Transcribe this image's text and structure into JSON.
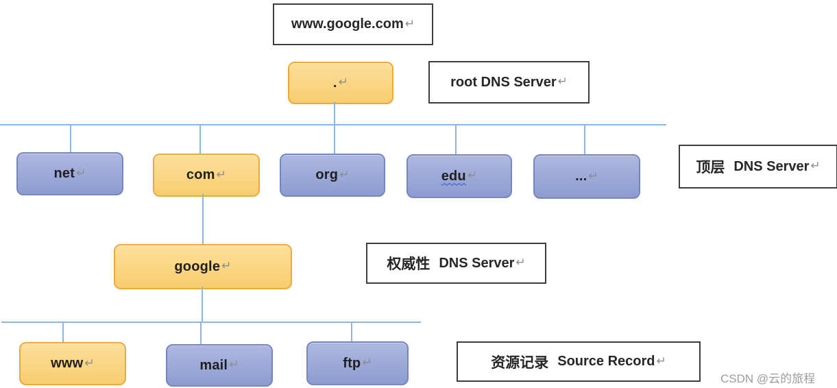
{
  "diagram_title": "DNS name server hierarchy for www.google.com",
  "marks": {
    "return": "↵"
  },
  "query_box": {
    "label": "www.google.com"
  },
  "levels": {
    "root": {
      "node": {
        "label": "."
      },
      "caption_en": "root DNS Server"
    },
    "tld": {
      "nodes": [
        "net",
        "com",
        "org",
        "edu",
        "..."
      ],
      "caption_zh": "顶层",
      "caption_en": "DNS Server"
    },
    "authoritative": {
      "node": {
        "label": "google"
      },
      "caption_zh": "权威性",
      "caption_en": "DNS Server"
    },
    "records": {
      "nodes": [
        "www",
        "mail",
        "ftp"
      ],
      "caption_zh": "资源记录",
      "caption_en": "Source Record"
    }
  },
  "watermark": {
    "text": "CSDN @云的旅程"
  },
  "colors": {
    "node_orange_fill": "#f9cd6f",
    "node_orange_border": "#eda83c",
    "node_blue_fill": "#8c9cd1",
    "node_blue_border": "#7585c1",
    "connector_line": "#8bb6de",
    "caption_border": "#3d3d3d",
    "watermark_gray": "#9c9c9c"
  }
}
